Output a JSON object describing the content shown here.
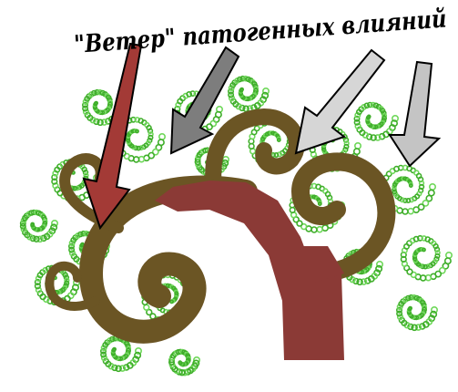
{
  "caption": "\"Ветер\" патогенных влияний",
  "colors": {
    "background": "#ffffff",
    "trunk": "#8b3a36",
    "branch": "#6b5524",
    "foliage": "#3fae2a",
    "foliage_light": "#6fd85a",
    "caption": "#000000",
    "arrows": [
      "#a33a36",
      "#7d7d7d",
      "#d6d6d6",
      "#c4c4c4"
    ]
  },
  "arrows": [
    {
      "name": "arrow-dark-red",
      "color_key": 0
    },
    {
      "name": "arrow-dark-gray",
      "color_key": 1
    },
    {
      "name": "arrow-light-gray",
      "color_key": 2
    },
    {
      "name": "arrow-silver",
      "color_key": 3
    }
  ]
}
